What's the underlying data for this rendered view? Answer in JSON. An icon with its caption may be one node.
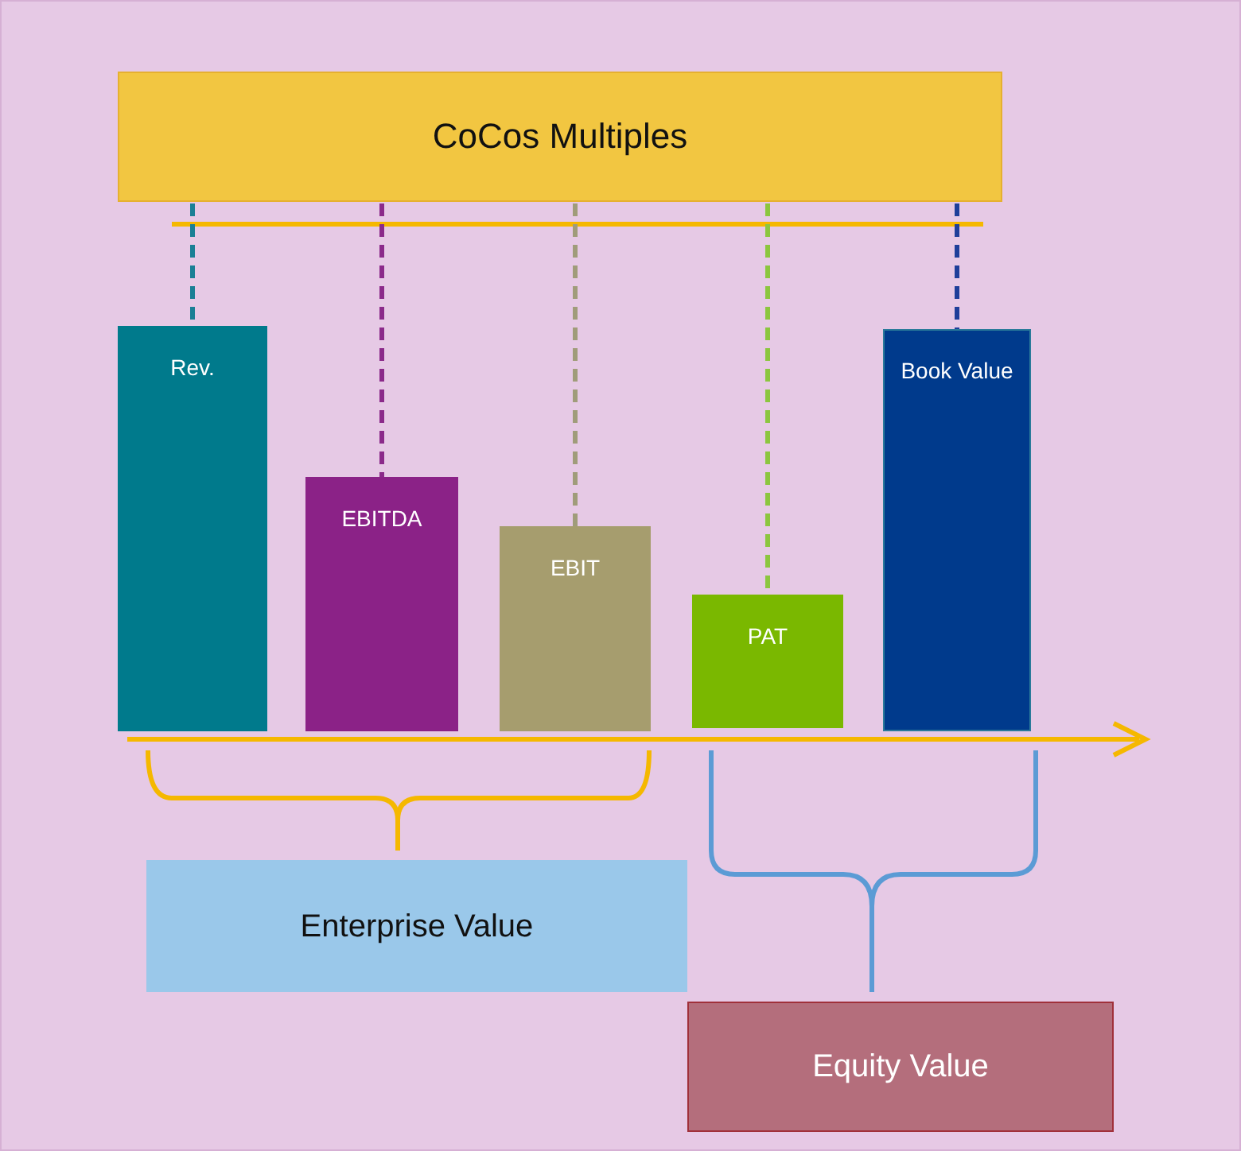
{
  "diagram": {
    "nodes": [
      {
        "text": [
          "CoCos Multiples"
        ]
      },
      {
        "text": [
          "Rev."
        ]
      },
      {
        "text": [
          "EBITDA"
        ]
      },
      {
        "text": [
          "EBIT"
        ]
      },
      {
        "text": [
          "PAT"
        ]
      },
      {
        "text": [
          "Book Value"
        ]
      },
      {
        "text": [
          "Enterprise Value"
        ]
      },
      {
        "text": [
          "Equity Value"
        ]
      }
    ],
    "edges": [
      {
        "from": 0,
        "to": 1,
        "arrow": "none",
        "style": "dashed",
        "color": "#1a7f95"
      },
      {
        "from": 0,
        "to": 2,
        "arrow": "none",
        "style": "dashed",
        "color": "#8b2a8a"
      },
      {
        "from": 0,
        "to": 3,
        "arrow": "none",
        "style": "dashed",
        "color": "#a09c7a"
      },
      {
        "from": 0,
        "to": 4,
        "arrow": "none",
        "style": "dashed",
        "color": "#8cc63f"
      },
      {
        "from": 0,
        "to": 5,
        "arrow": "none",
        "style": "dashed",
        "color": "#1f3f9a"
      }
    ]
  }
}
